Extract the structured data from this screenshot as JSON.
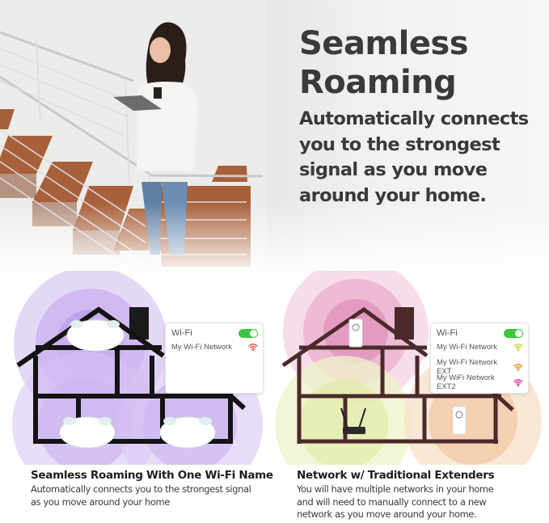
{
  "hero": {
    "title_line1": "Seamless",
    "title_line2": "Roaming",
    "subtitle_lines": [
      "Automatically connects",
      "you to the strongest",
      "signal as you move",
      "around your home."
    ],
    "photo_description": "woman-on-staircase-with-tablet"
  },
  "left_diagram": {
    "house_fill_color": "#c9b4f0",
    "signal_color": "#b89ae6",
    "devices": [
      "mesh-node",
      "mesh-node",
      "mesh-node"
    ],
    "wifi_card": {
      "title": "Wi-Fi",
      "toggle_on": true,
      "toggle_color": "#3cc53c",
      "networks": [
        {
          "name": "My Wi-Fi Network",
          "icon": "wifi-icon",
          "color": "#e4554f"
        }
      ]
    }
  },
  "right_diagram": {
    "house_outline_color": "#4a2a2a",
    "signal_colors": {
      "top": "#e48bb8",
      "bottom_left": "#d8e68a",
      "bottom_right": "#efbb8a"
    },
    "devices": [
      "plug-in-extender",
      "router",
      "plug-in-extender"
    ],
    "wifi_card": {
      "title": "Wi-Fi",
      "toggle_on": true,
      "toggle_color": "#3cc53c",
      "networks": [
        {
          "name": "My Wi-Fi Network",
          "icon": "wifi-icon",
          "color": "#cfd23a"
        },
        {
          "name": "My Wi-Fi Network EXT",
          "icon": "wifi-icon",
          "color": "#e8962a"
        },
        {
          "name": "My WiFi Network EXT2",
          "icon": "wifi-icon",
          "color": "#e0389a"
        }
      ]
    }
  },
  "captions": {
    "left": {
      "title": "Seamless Roaming With One Wi-Fi Name",
      "lines": [
        "Automatically connects you to the strongest signal",
        "as you move around your home"
      ]
    },
    "right": {
      "title": "Network w/ Traditional Extenders",
      "lines": [
        "You will have multiple networks in your home",
        "and will need to manually connect to a new",
        "network as you move around your home."
      ]
    }
  }
}
